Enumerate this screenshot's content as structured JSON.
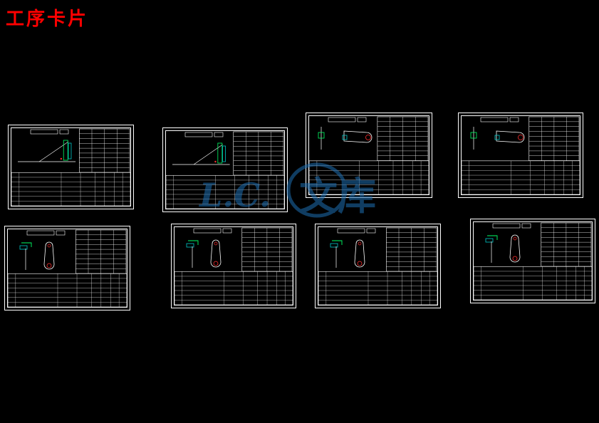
{
  "page": {
    "title": "工序卡片",
    "title_color": "#ff0000",
    "background": "#000000"
  },
  "watermark": {
    "text": "文库",
    "latin": "L.C.",
    "color": "#1e6fb3"
  },
  "drawing_colors": {
    "line": "#ffffff",
    "part": "#ffffff",
    "fixture": "#00c8c8",
    "accent": "#00ff66",
    "marker": "#ff3030"
  },
  "sheets": [
    {
      "name": "process-card-1",
      "part_view": "plate-side"
    },
    {
      "name": "process-card-2",
      "part_view": "plate-side"
    },
    {
      "name": "process-card-3",
      "part_view": "arm-horizontal"
    },
    {
      "name": "process-card-4",
      "part_view": "arm-horizontal"
    },
    {
      "name": "process-card-5",
      "part_view": "arm-vertical"
    },
    {
      "name": "process-card-6",
      "part_view": "arm-vertical"
    },
    {
      "name": "process-card-7",
      "part_view": "arm-vertical"
    },
    {
      "name": "process-card-8",
      "part_view": "arm-vertical"
    }
  ]
}
